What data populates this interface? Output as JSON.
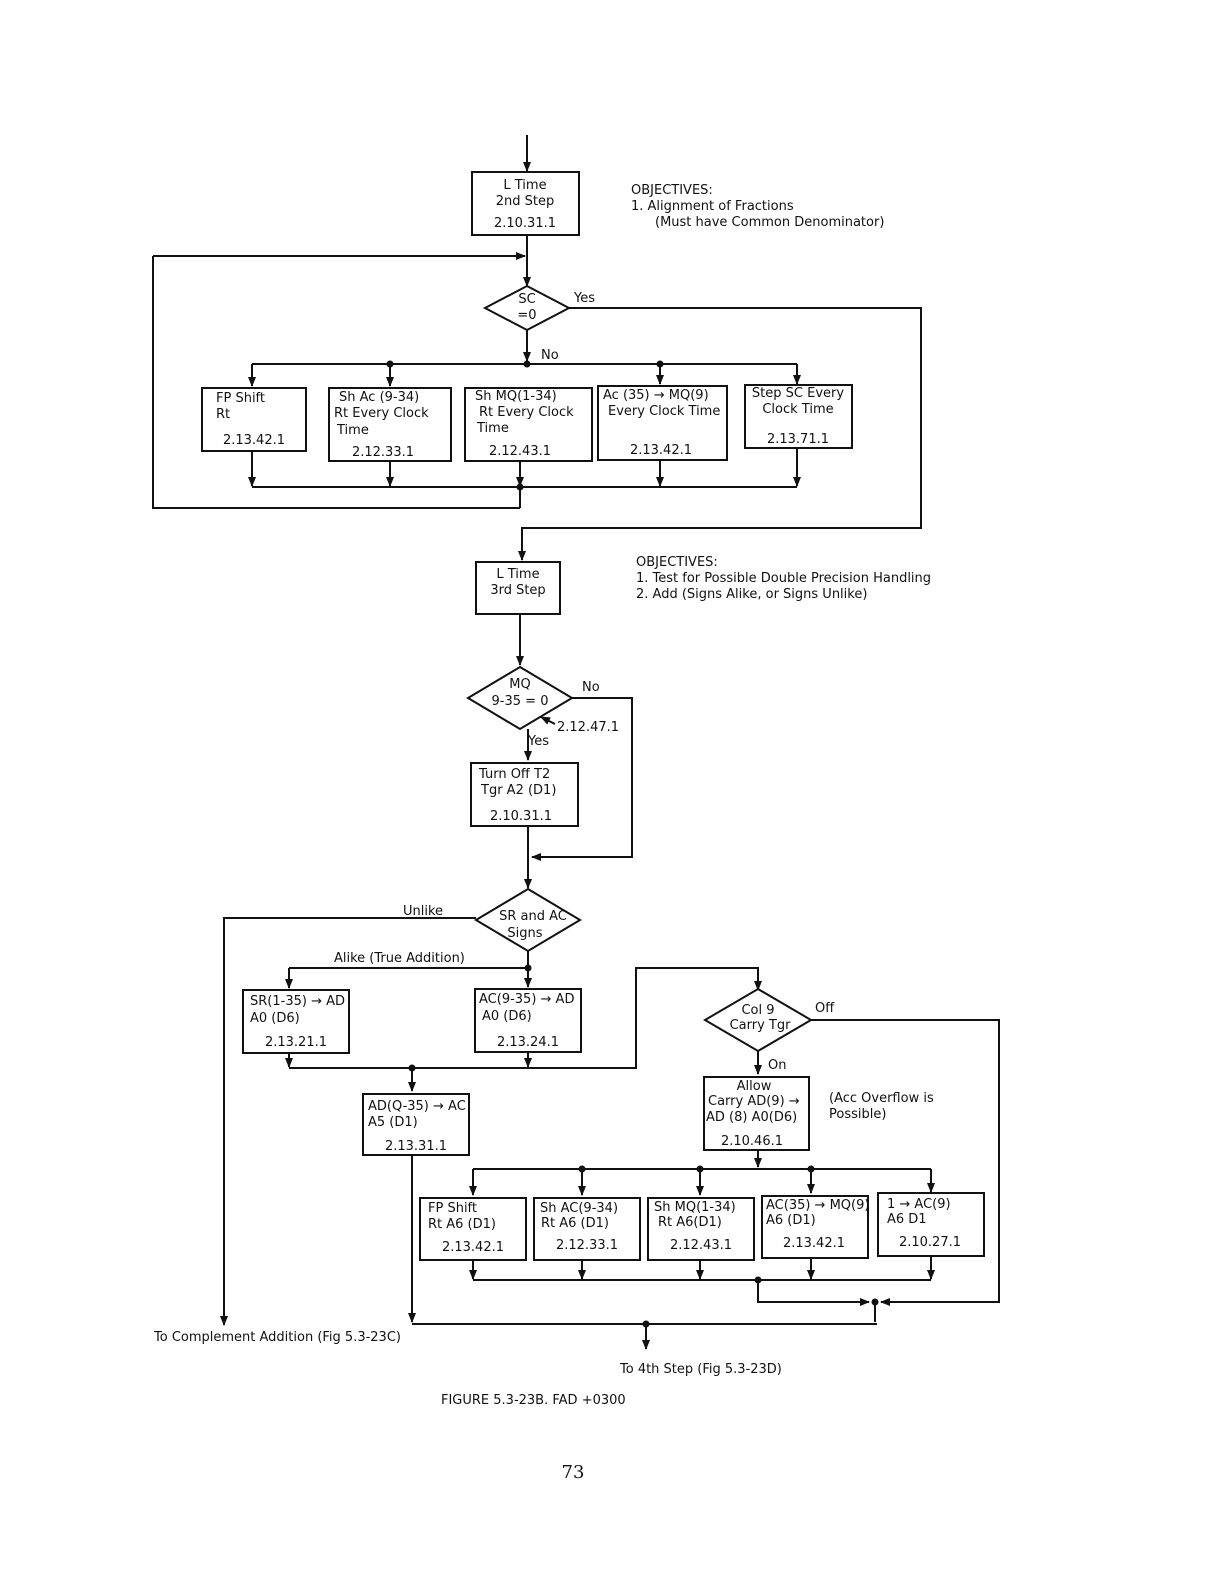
{
  "objectives_1": {
    "heading": "OBJECTIVES:",
    "items": [
      "1.  Alignment of Fractions",
      "(Must have Common Denominator)"
    ]
  },
  "objectives_2": {
    "heading": "OBJECTIVES:",
    "items": [
      "1. Test for Possible Double Precision Handling",
      "2. Add (Signs Alike, or Signs Unlike)"
    ]
  },
  "boxes": {
    "l_time_2": [
      "L Time",
      "2nd Step",
      "2.10.31.1"
    ],
    "fp_shift_1": [
      "FP Shift",
      "Rt",
      "2.13.42.1"
    ],
    "sh_ac_1": [
      "Sh Ac (9-34)",
      "Rt Every Clock",
      "Time",
      "2.12.33.1"
    ],
    "sh_mq_1": [
      "Sh MQ(1-34)",
      "Rt Every Clock",
      "Time",
      "2.12.43.1"
    ],
    "ac35_mq9_1": [
      "Ac (35) → MQ(9)",
      "Every Clock Time",
      "2.13.42.1"
    ],
    "step_sc": [
      "Step SC Every",
      "Clock Time",
      "2.13.71.1"
    ],
    "l_time_3": [
      "L Time",
      "3rd Step"
    ],
    "turn_off_t2": [
      "Turn Off T2",
      "Tgr A2 (D1)",
      "2.10.31.1"
    ],
    "sr_ad": [
      "SR(1-35) → AD",
      "A0 (D6)",
      "2.13.21.1"
    ],
    "ac_ad": [
      "AC(9-35) → AD",
      "A0 (D6)",
      "2.13.24.1"
    ],
    "ad_ac": [
      "AD(Q-35) → AC",
      "A5 (D1)",
      "2.13.31.1"
    ],
    "allow_carry": [
      "Allow",
      "Carry AD(9) →",
      "AD (8)  A0(D6)",
      "2.10.46.1"
    ],
    "fp_shift_2": [
      "FP Shift",
      "Rt  A6 (D1)",
      "2.13.42.1"
    ],
    "sh_ac_2": [
      "Sh AC(9-34)",
      "Rt  A6 (D1)",
      "2.12.33.1"
    ],
    "sh_mq_2": [
      "Sh MQ(1-34)",
      "Rt  A6(D1)",
      "2.12.43.1"
    ],
    "ac35_mq9_2": [
      "AC(35) → MQ(9)",
      "A6 (D1)",
      "2.13.42.1"
    ],
    "one_ac9": [
      "1 → AC(9)",
      "A6  D1",
      "2.10.27.1"
    ]
  },
  "decisions": {
    "sc_zero": [
      "SC",
      "=0"
    ],
    "mq_zero": [
      "MQ",
      "9-35 = 0"
    ],
    "signs": [
      "SR and AC",
      "Signs"
    ],
    "col9": [
      "Col 9",
      "Carry Tgr"
    ]
  },
  "labels": {
    "yes_1": "Yes",
    "no_1": "No",
    "no_2": "No",
    "yes_2": "Yes",
    "ref_mq": "2.12.47.1",
    "unlike": "Unlike",
    "alike": "Alike (True Addition)",
    "off": "Off",
    "on": "On",
    "acc_overflow": [
      "(Acc Overflow is",
      "Possible)"
    ],
    "to_complement": "To Complement Addition  (Fig 5.3-23C)",
    "to_4th": "To 4th Step  (Fig 5.3-23D)"
  },
  "caption": "FIGURE 5.3-23B.  FAD +0300",
  "page_number": "73"
}
